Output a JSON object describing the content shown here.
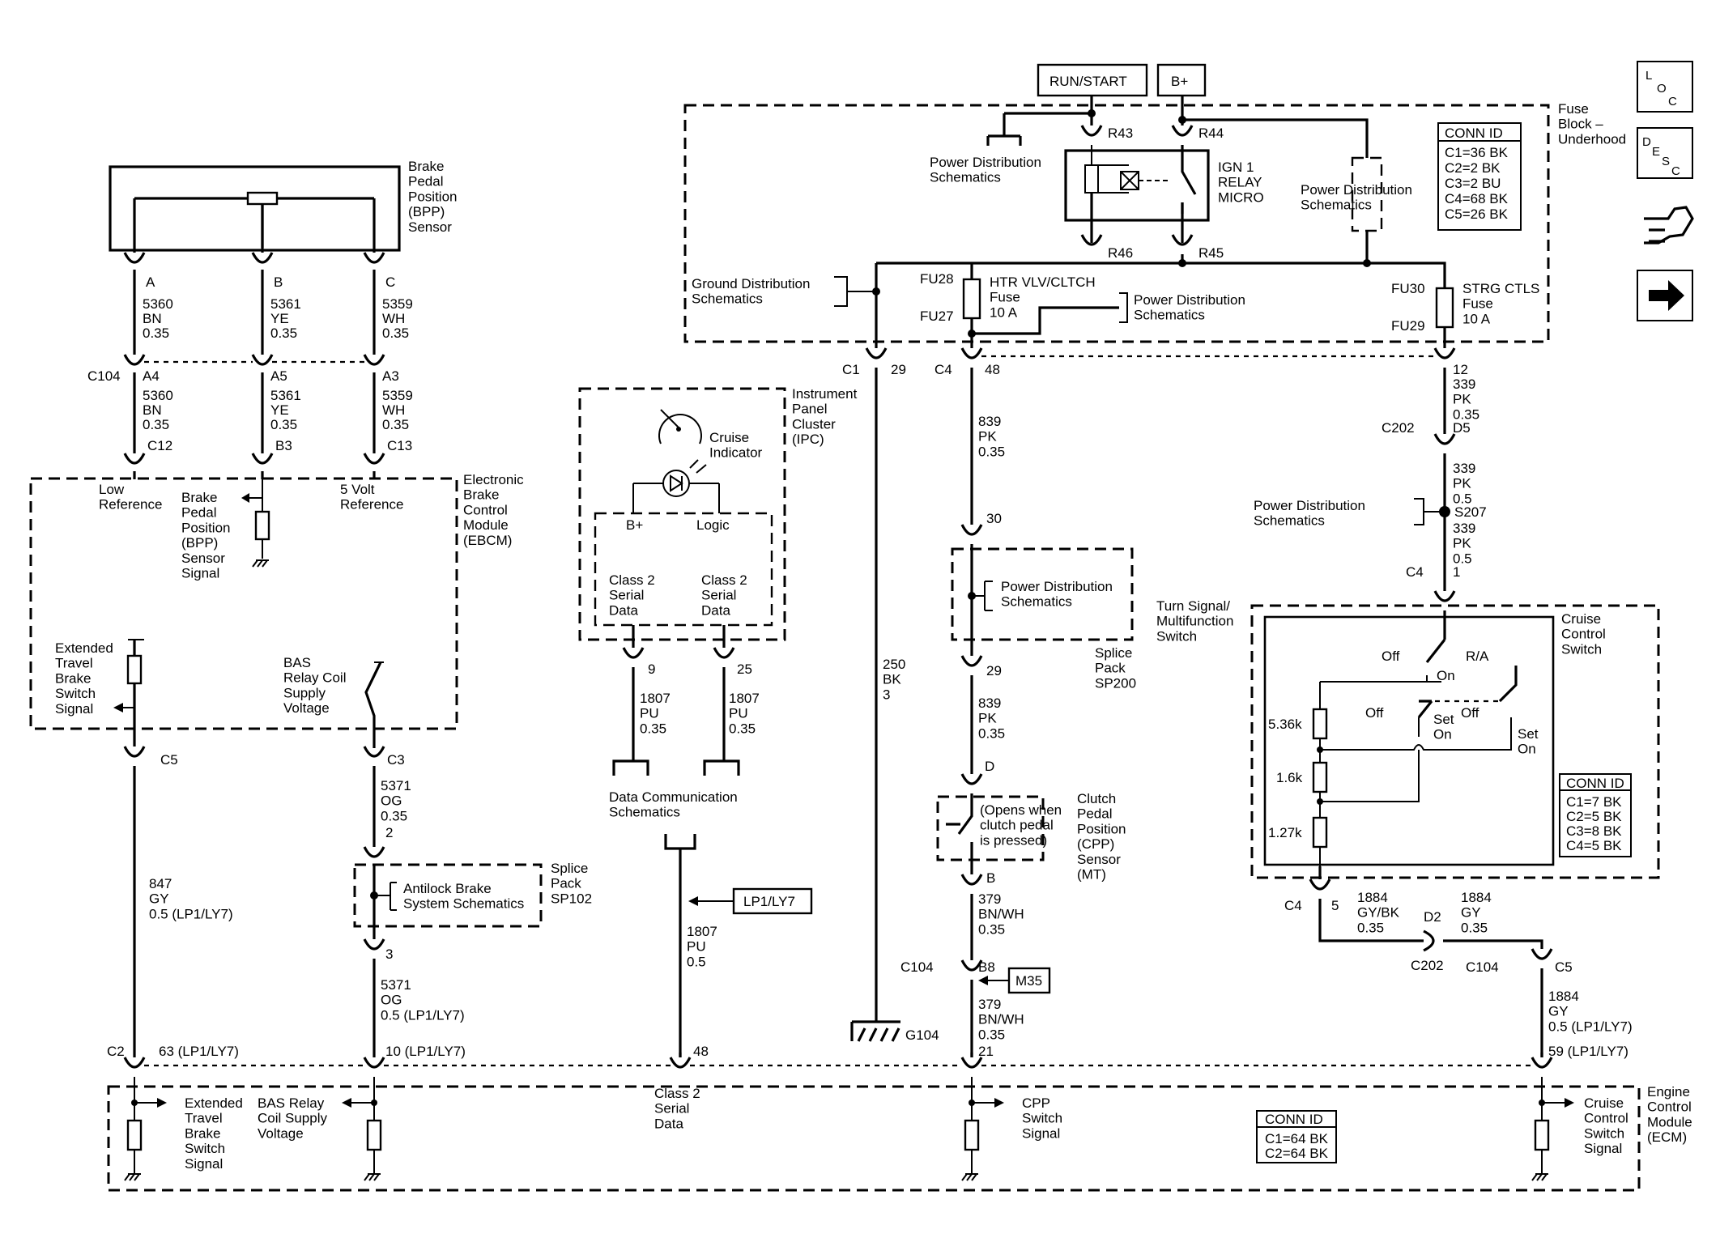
{
  "bpp_sensor": {
    "name": "Brake\nPedal\nPosition\n(BPP)\nSensor"
  },
  "bpp_pins": [
    {
      "pin": "A",
      "circuit": "5360",
      "color": "BN",
      "size": "0.35",
      "c104_pin": "A4",
      "ebcm_pin": "C12"
    },
    {
      "pin": "B",
      "circuit": "5361",
      "color": "YE",
      "size": "0.35",
      "c104_pin": "A5",
      "ebcm_pin": "B3"
    },
    {
      "pin": "C",
      "circuit": "5359",
      "color": "WH",
      "size": "0.35",
      "c104_pin": "A3",
      "ebcm_pin": "C13"
    }
  ],
  "connector_c104": "C104",
  "ebcm": {
    "name": "Electronic\nBrake\nControl\nModule\n(EBCM)",
    "low_ref": "Low\nReference",
    "bpp_signal": "Brake\nPedal\nPosition\n(BPP)\nSensor\nSignal",
    "five_volt": "5 Volt\nReference",
    "ext_travel": "Extended\nTravel\nBrake\nSwitch\nSignal",
    "bas_relay": "BAS\nRelay Coil\nSupply\nVoltage",
    "c5": "C5",
    "c3": "C3"
  },
  "left_wires": {
    "w847": "847\nGY\n0.5 (LP1/LY7)",
    "w5371a": "5371\nOG\n0.35",
    "pin2": "2",
    "pin3": "3",
    "w5371b": "5371\nOG\n0.5 (LP1/LY7)"
  },
  "sp102": {
    "name": "Splice\nPack\nSP102",
    "inner": "Antilock Brake\nSystem Schematics"
  },
  "ipc": {
    "name": "Instrument\nPanel\nCluster\n(IPC)",
    "cruise": "Cruise\nIndicator",
    "bplus": "B+",
    "logic": "Logic",
    "class2a": "Class 2\nSerial\nData",
    "class2b": "Class 2\nSerial\nData",
    "pin9": "9",
    "pin25": "25",
    "w1807a": "1807\nPU\n0.35",
    "w1807b": "1807\nPU\n0.35"
  },
  "data_comm": "Data Communication\nSchematics",
  "lp1_box": "LP1/LY7",
  "w1807c": "1807\nPU\n0.5",
  "top_boxes": {
    "run_start": "RUN/START",
    "bplus": "B+"
  },
  "fuse_block": {
    "name": "Fuse\nBlock –\nUnderhood",
    "r43": "R43",
    "r44": "R44",
    "r46": "R46",
    "r45": "R45",
    "relay": "IGN 1\nRELAY\nMICRO",
    "pds1": "Power Distribution\nSchematics",
    "pds2": "Power Distribution\nSchematics",
    "pds3": "Power Distribution\nSchematics",
    "gds": "Ground Distribution\nSchematics",
    "fu28": "FU28",
    "fu27": "FU27",
    "fu30": "FU30",
    "fu29": "FU29",
    "htr_fuse": "HTR VLV/CLTCH\nFuse\n10 A",
    "strg_fuse": "STRG CTLS\nFuse\n10 A",
    "conn_title": "CONN ID",
    "conn": [
      "C1=36 BK",
      "C2=2 BK",
      "C3=2 BU",
      "C4=68 BK",
      "C5=26 BK"
    ]
  },
  "fb_pins": {
    "c1": "C1",
    "c1p": "29",
    "c4": "C4",
    "c4p": "48",
    "p12": "12"
  },
  "ground": {
    "wire": "250\nBK\n3",
    "name": "G104"
  },
  "clutch_path": {
    "w839a": "839\nPK\n0.35",
    "p30": "30",
    "p29": "29",
    "sp200": "Splice\nPack\nSP200",
    "sp200_inner": "Power Distribution\nSchematics",
    "w839b": "839\nPK\n0.35",
    "pD": "D",
    "opens": "(Opens when\nclutch pedal\nis pressed)",
    "cpp": "Clutch\nPedal\nPosition\n(CPP)\nSensor\n(MT)",
    "pB": "B",
    "w379a": "379\nBN/WH\n0.35",
    "c104": "C104",
    "b8": "B8",
    "m35": "M35",
    "w379b": "379\nBN/WH\n0.35",
    "p21": "21"
  },
  "right_path": {
    "w339a": "339\nPK\n0.35",
    "c202": "C202",
    "d5": "D5",
    "w339b": "339\nPK\n0.5",
    "pds": "Power Distribution\nSchematics",
    "s207": "S207",
    "w339c": "339\nPK\n0.5",
    "c4": "C4",
    "p1": "1"
  },
  "tsm": {
    "name": "Turn Signal/\nMultifunction\nSwitch",
    "cruise": "Cruise\nControl\nSwitch",
    "off1": "Off",
    "ra": "R/A",
    "on1": "On",
    "off2": "Off",
    "off3": "Off",
    "set_on1": "Set\nOn",
    "set_on2": "Set\nOn",
    "r1": "5.36k",
    "r2": "1.6k",
    "r3": "1.27k",
    "conn_title": "CONN ID",
    "conn": [
      "C1=7 BK",
      "C2=5 BK",
      "C3=8 BK",
      "C4=5 BK"
    ],
    "c4": "C4",
    "p5": "5"
  },
  "bottom_right": {
    "w1884a": "1884\nGY/BK\n0.35",
    "d2": "D2",
    "c202": "C202",
    "w1884b": "1884\nGY\n0.35",
    "c104": "C104",
    "c5": "C5",
    "w1884c": "1884\nGY\n0.5 (LP1/LY7)"
  },
  "ecm_pins": {
    "c2": "C2",
    "p63": "63 (LP1/LY7)",
    "p10": "10 (LP1/LY7)",
    "p48": "48",
    "p59": "59 (LP1/LY7)"
  },
  "ecm": {
    "name": "Engine\nControl\nModule\n(ECM)",
    "ext": "Extended\nTravel\nBrake\nSwitch\nSignal",
    "bas": "BAS Relay\nCoil Supply\nVoltage",
    "class2": "Class 2\nSerial\nData",
    "cpp": "CPP\nSwitch\nSignal",
    "cruise": "Cruise\nControl\nSwitch\nSignal",
    "conn_title": "CONN ID",
    "conn": [
      "C1=64 BK",
      "C2=64 BK"
    ]
  },
  "side_icons": {
    "loc": "LOC",
    "desc": "DESC"
  }
}
